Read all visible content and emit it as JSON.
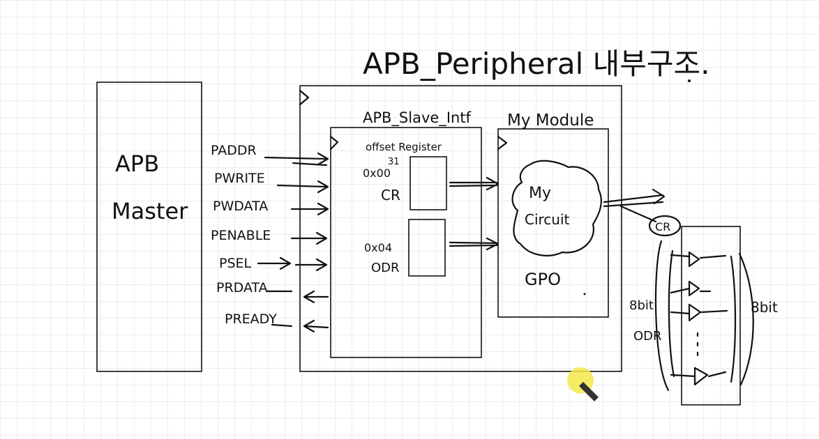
{
  "title": "APB_Peripheral 내부구조.",
  "master": {
    "line1": "APB",
    "line2": "Master"
  },
  "signals": [
    "PADDR",
    "PWRITE",
    "PWDATA",
    "PENABLE",
    "PSEL",
    "PRDATA",
    "PREADY"
  ],
  "slave_intf": {
    "label": "APB_Slave_Intf",
    "offset_label": "offset Register",
    "bit_mark": "31",
    "cr_addr": "0x00",
    "cr_name": "CR",
    "odr_addr": "0x04",
    "odr_name": "ODR"
  },
  "module": {
    "label": "My Module",
    "circuit_line1": "My",
    "circuit_line2": "Circuit",
    "name": "GPO"
  },
  "output": {
    "cr_bubble": "CR",
    "left_bits": "8bit",
    "odr_label": "ODR",
    "right_bits": "8bit"
  },
  "colors": {
    "ink": "#111111",
    "cursor": "#f5e84a",
    "grid": "#ececec"
  }
}
